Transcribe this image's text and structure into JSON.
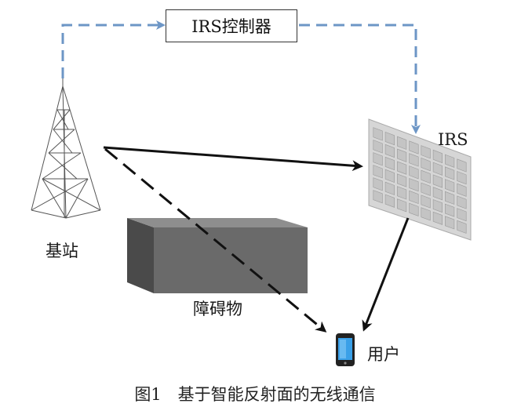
{
  "controller": {
    "label": "IRS控制器"
  },
  "labels": {
    "irs": "IRS",
    "base_station": "基站",
    "obstacle": "障碍物",
    "user": "用户"
  },
  "caption": "图1　基于智能反射面的无线通信",
  "colors": {
    "control_link": "#6d96c6",
    "signal_link": "#111111",
    "irs_frame": "#cfcfcf",
    "irs_cell": "#c4c4c4",
    "obstacle_front": "#6a6a6a",
    "obstacle_top": "#8e8e8e",
    "obstacle_side": "#4a4a4a",
    "phone_screen": "#3aa0e8"
  },
  "irs_grid": {
    "rows": 6,
    "cols": 8
  }
}
